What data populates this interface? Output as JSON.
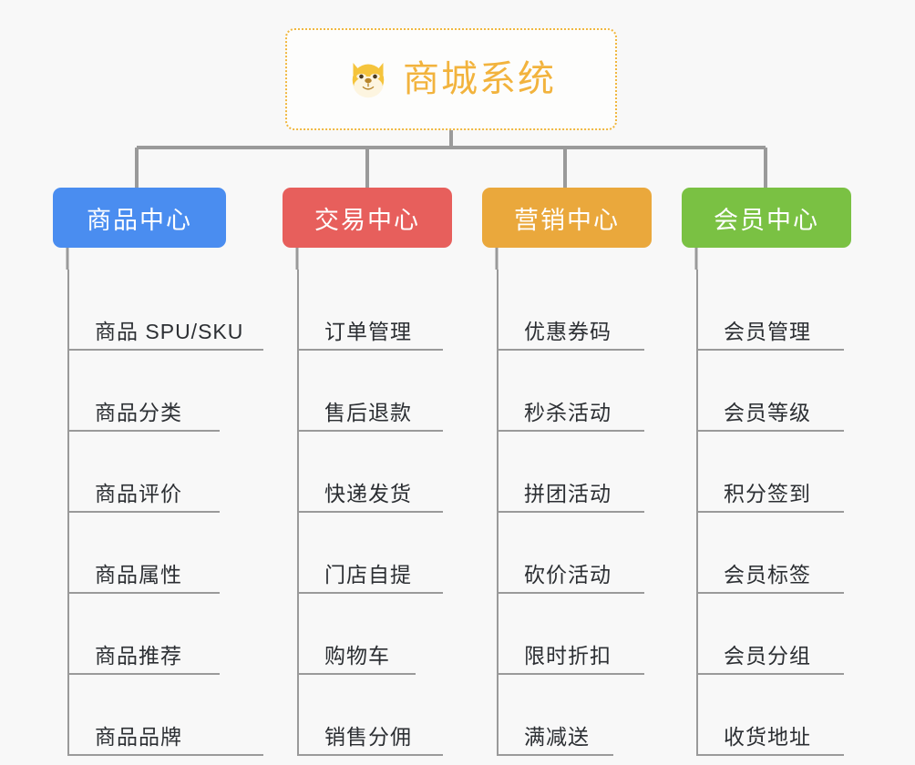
{
  "page": {
    "background_color": "#f8f8f8",
    "line_color": "#9a9a9a"
  },
  "root": {
    "title": "商城系统",
    "icon": "dog-face-icon",
    "text_color": "#f2b33d",
    "border_color": "#f0b73f",
    "background_color": "#fdfdfc"
  },
  "branches": [
    {
      "label": "商品中心",
      "color": "#4a8df0",
      "items": [
        "商品 SPU/SKU",
        "商品分类",
        "商品评价",
        "商品属性",
        "商品推荐",
        "商品品牌"
      ]
    },
    {
      "label": "交易中心",
      "color": "#e75f5c",
      "items": [
        "订单管理",
        "售后退款",
        "快递发货",
        "门店自提",
        "购物车",
        "销售分佣"
      ]
    },
    {
      "label": "营销中心",
      "color": "#eaa83c",
      "items": [
        "优惠券码",
        "秒杀活动",
        "拼团活动",
        "砍价活动",
        "限时折扣",
        "满减送"
      ]
    },
    {
      "label": "会员中心",
      "color": "#7ac143",
      "items": [
        "会员管理",
        "会员等级",
        "积分签到",
        "会员标签",
        "会员分组",
        "收货地址"
      ]
    }
  ]
}
